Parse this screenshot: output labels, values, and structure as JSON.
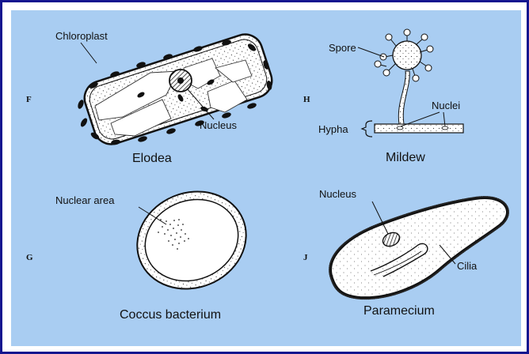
{
  "panels": [
    {
      "letter": "F",
      "name": "Elodea",
      "labels": {
        "chloroplast": "Chloroplast",
        "nucleus": "Nucleus"
      }
    },
    {
      "letter": "H",
      "name": "Mildew",
      "labels": {
        "spore": "Spore",
        "nuclei": "Nuclei",
        "hypha": "Hypha"
      }
    },
    {
      "letter": "G",
      "name": "Coccus bacterium",
      "labels": {
        "nuclear_area": "Nuclear area"
      }
    },
    {
      "letter": "J",
      "name": "Paramecium",
      "labels": {
        "nucleus": "Nucleus",
        "cilia": "Cilia"
      }
    }
  ],
  "colors": {
    "border": "#14168f",
    "background": "#a9cdf2",
    "ink": "#111111",
    "cell_fill": "#ffffff"
  }
}
